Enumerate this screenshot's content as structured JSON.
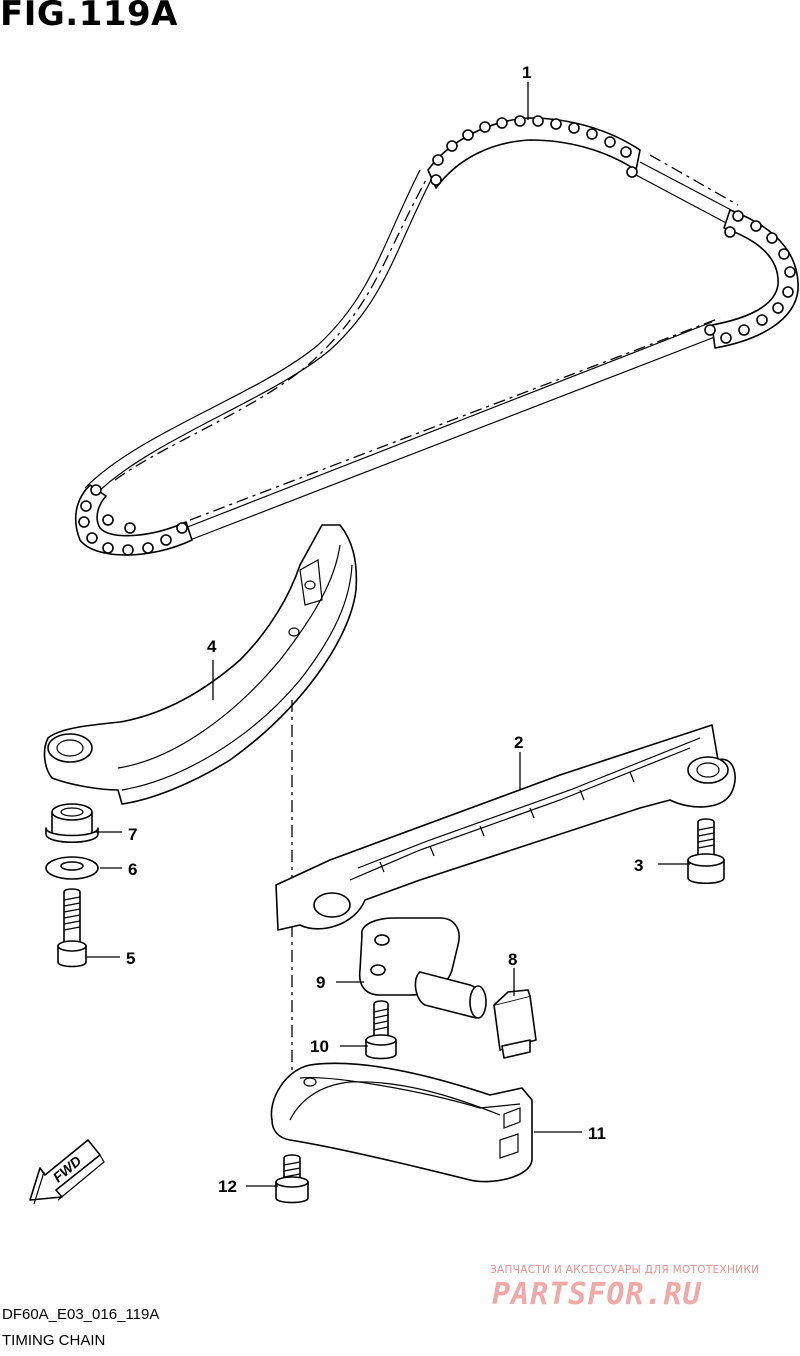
{
  "header": {
    "figure_title": "FIG.119A"
  },
  "callouts": {
    "c1": "1",
    "c2": "2",
    "c3": "3",
    "c4": "4",
    "c5": "5",
    "c6": "6",
    "c7": "7",
    "c8": "8",
    "c9": "9",
    "c10": "10",
    "c11": "11",
    "c12": "12"
  },
  "direction_marker": {
    "label": "FWD",
    "icon": "fwd-arrow-icon"
  },
  "footer": {
    "diagram_code": "DF60A_E03_016_119A",
    "caption": "TIMING CHAIN"
  },
  "watermark": {
    "tagline": "ЗАПЧАСТИ И АКСЕССУАРЫ ДЛЯ МОТОТЕХНИКИ",
    "logo_text": "PARTSFOR.RU"
  }
}
